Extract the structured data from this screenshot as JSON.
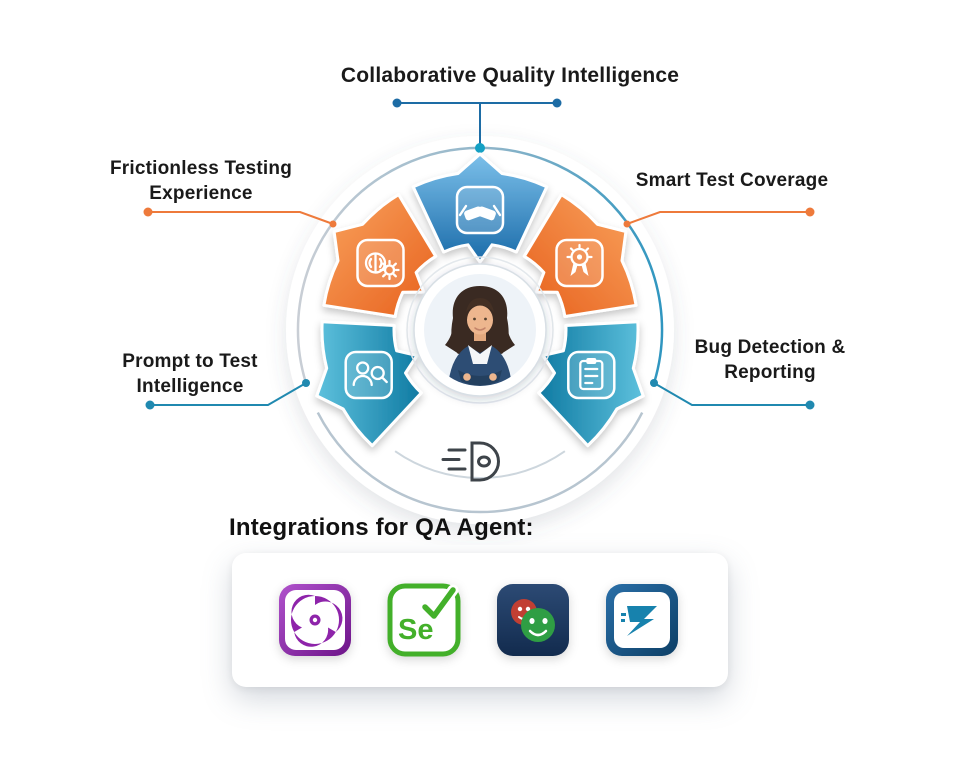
{
  "diagram": {
    "labels": {
      "top": "Collaborative Quality Intelligence",
      "upper_left": "Frictionless Testing Experience",
      "upper_right": "Smart Test Coverage",
      "lower_left": "Prompt to Test Intelligence",
      "lower_right": "Bug Detection & Reporting"
    },
    "segments": [
      {
        "position": "top",
        "icon": "handshake-icon",
        "color": "#2274b5"
      },
      {
        "position": "upper-left",
        "icon": "ai-brain-gear-icon",
        "color": "#ee6a23"
      },
      {
        "position": "upper-right",
        "icon": "quality-badge-icon",
        "color": "#ee6a23"
      },
      {
        "position": "lower-left",
        "icon": "tester-search-icon",
        "color": "#1887ad"
      },
      {
        "position": "lower-right",
        "icon": "test-report-icon",
        "color": "#1887ad"
      }
    ],
    "center": {
      "avatar": "qa-engineer-avatar",
      "logo": "rocket-d-logo"
    }
  },
  "integrations": {
    "heading": "Integrations for QA Agent:",
    "icons": [
      {
        "name": "appium-swirl-icon",
        "color": "#8e24aa"
      },
      {
        "name": "selenium-icon",
        "color": "#43b02a",
        "glyph_text": "Se"
      },
      {
        "name": "playwright-masks-icon",
        "color": "#1d3b66"
      },
      {
        "name": "zephyr-z-icon",
        "color": "#1782ad"
      }
    ]
  },
  "colors": {
    "orange": "#ee7a3b",
    "blue": "#2274b5",
    "teal": "#1887ad",
    "ring_gray": "#c9ced5",
    "text": "#1a1a1a",
    "background": "#ffffff"
  }
}
